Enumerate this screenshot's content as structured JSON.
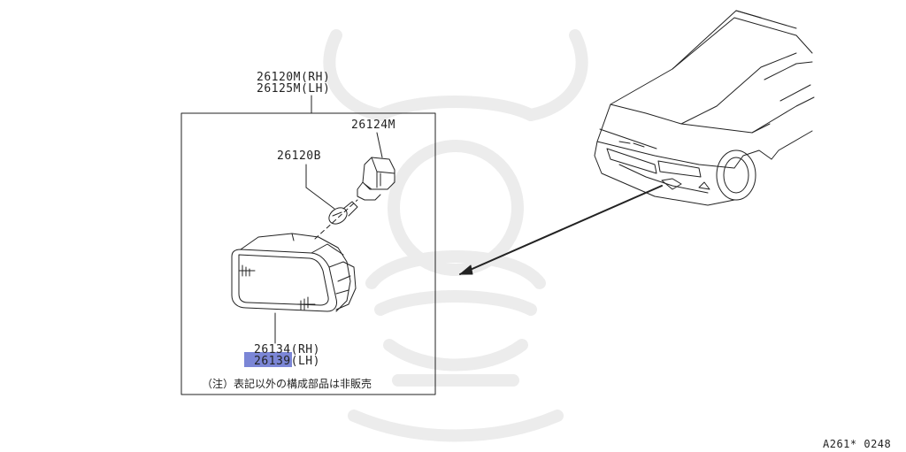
{
  "parts": {
    "assembly_rh": "26120M(RH)",
    "assembly_lh": "26125M(LH)",
    "socket": "26124M",
    "bulb": "26120B",
    "lens_rh": "26134(RH)",
    "lens_lh": "26139(LH)"
  },
  "note": "（注）表記以外の構成部品は非販売",
  "figure_code": "A261* 0248",
  "colors": {
    "highlight": "#7b86d6",
    "line": "#222222",
    "watermark": "#eeeeee"
  }
}
